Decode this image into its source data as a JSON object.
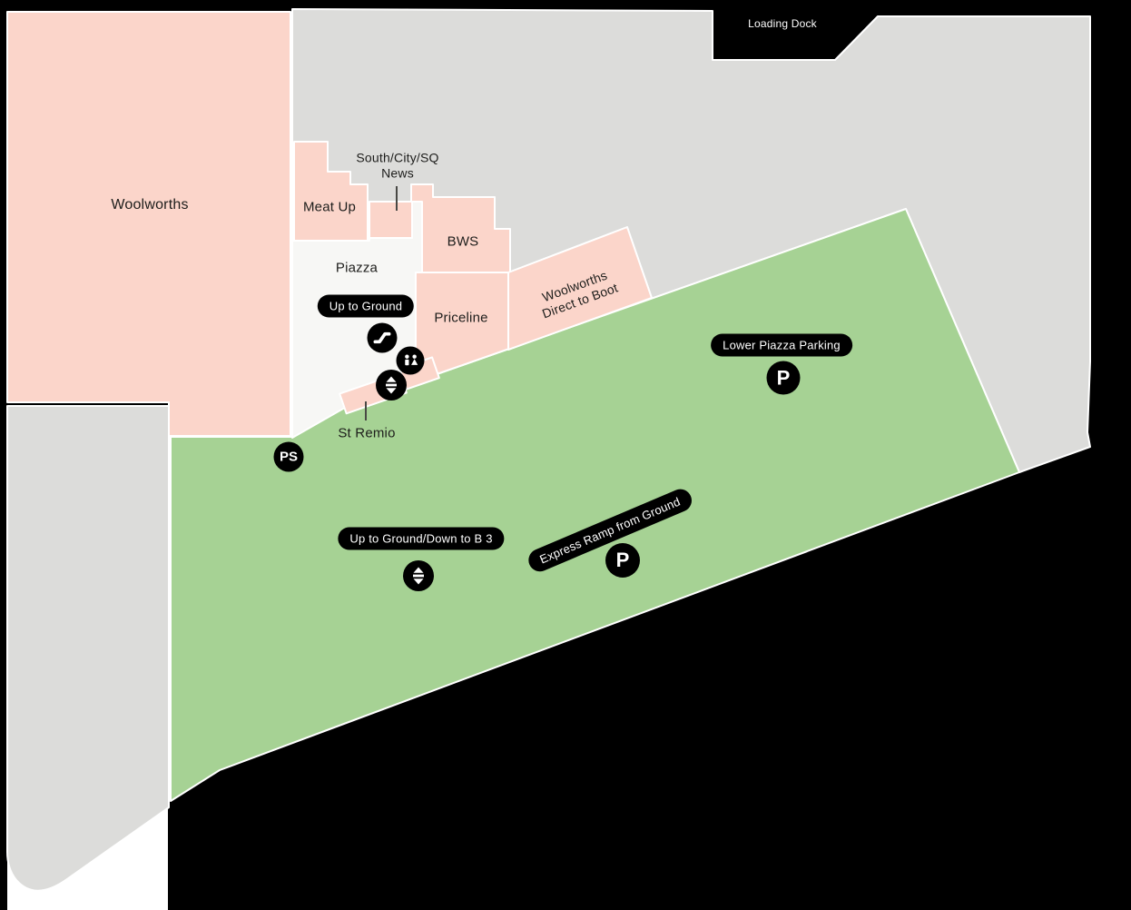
{
  "map": {
    "colors": {
      "background": "#000000",
      "tenancy_pink": "#fbd5ca",
      "common_gray": "#dcdcda",
      "parking_green": "#a6d294",
      "piazza_white": "#f7f7f5",
      "marker_black": "#000000",
      "border_white": "#ffffff",
      "label_dark": "#1d1d1b",
      "label_light": "#ffffff"
    },
    "tenancies": {
      "woolworths": {
        "label": "Woolworths"
      },
      "meat_up": {
        "label": "Meat Up"
      },
      "news": {
        "line1": "South/City/SQ",
        "line2": "News"
      },
      "bws": {
        "label": "BWS"
      },
      "priceline": {
        "label": "Priceline"
      },
      "woolworths_direct_to_boot": {
        "line1": "Woolworths",
        "line2": "Direct to Boot"
      },
      "st_remio": {
        "label": "St Remio"
      }
    },
    "areas": {
      "piazza": {
        "label": "Piazza"
      },
      "loading_dock": {
        "label": "Loading Dock"
      },
      "lower_piazza_parking": {
        "label": "Lower Piazza Parking"
      }
    },
    "wayfinding": {
      "up_to_ground": {
        "label": "Up to Ground"
      },
      "up_to_ground_down_to_b3": {
        "label": "Up to Ground/Down to B 3"
      },
      "express_ramp_from_ground": {
        "label": "Express Ramp from Ground"
      },
      "parking_symbol": "P",
      "ps_symbol": "PS"
    },
    "icons": {
      "escalator": "diagonal-escalator-glyph",
      "toilets": "male-female-figures-glyph",
      "lift": "up-down-triangles-glyph",
      "parking": "P-circle",
      "ps": "PS-circle"
    }
  }
}
